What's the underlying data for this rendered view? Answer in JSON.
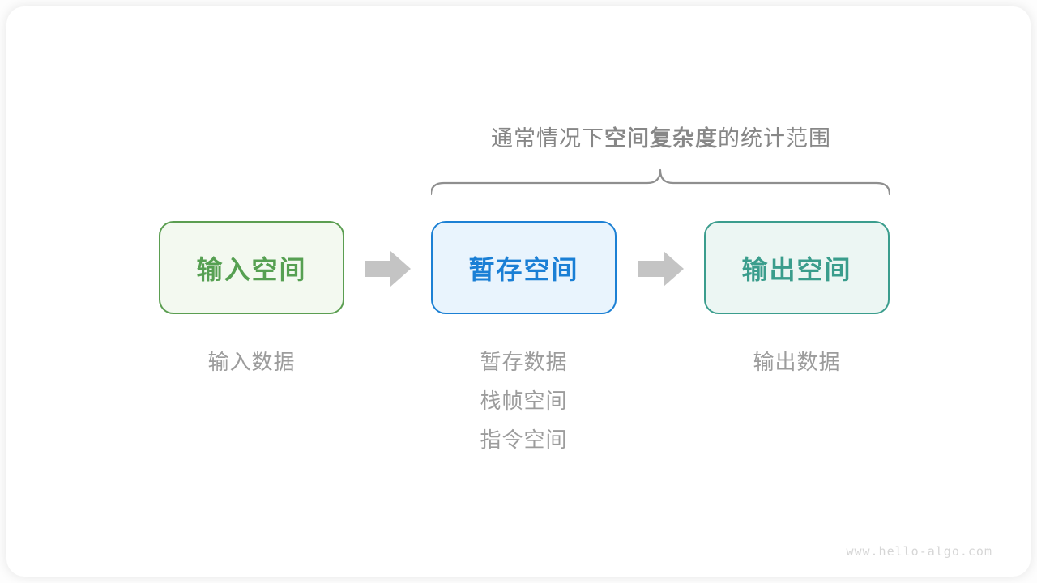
{
  "title": {
    "prefix": "通常情况下",
    "emphasis": "空间复杂度",
    "suffix": "的统计范围"
  },
  "boxes": [
    {
      "id": "input-space",
      "label": "输入空间",
      "theme": "green"
    },
    {
      "id": "temp-space",
      "label": "暂存空间",
      "theme": "blue"
    },
    {
      "id": "output-space",
      "label": "输出空间",
      "theme": "teal"
    }
  ],
  "notes": {
    "input": [
      "输入数据"
    ],
    "temp": [
      "暂存数据",
      "栈帧空间",
      "指令空间"
    ],
    "output": [
      "输出数据"
    ]
  },
  "watermark": "www.hello-algo.com",
  "colors": {
    "green-border": "#5B9E51",
    "green-fill": "#F3F9F0",
    "green-text": "#56A052",
    "blue-border": "#1C80D4",
    "blue-fill": "#E9F4FD",
    "blue-text": "#1A7FD5",
    "teal-border": "#3B9D8D",
    "teal-fill": "#ECF6F3",
    "teal-text": "#3A9D8C",
    "arrow": "#C4C4C4",
    "title-text": "#878787",
    "note-text": "#9C9C9C",
    "brace": "#8F8F8F",
    "watermark": "#D6D6D6"
  }
}
